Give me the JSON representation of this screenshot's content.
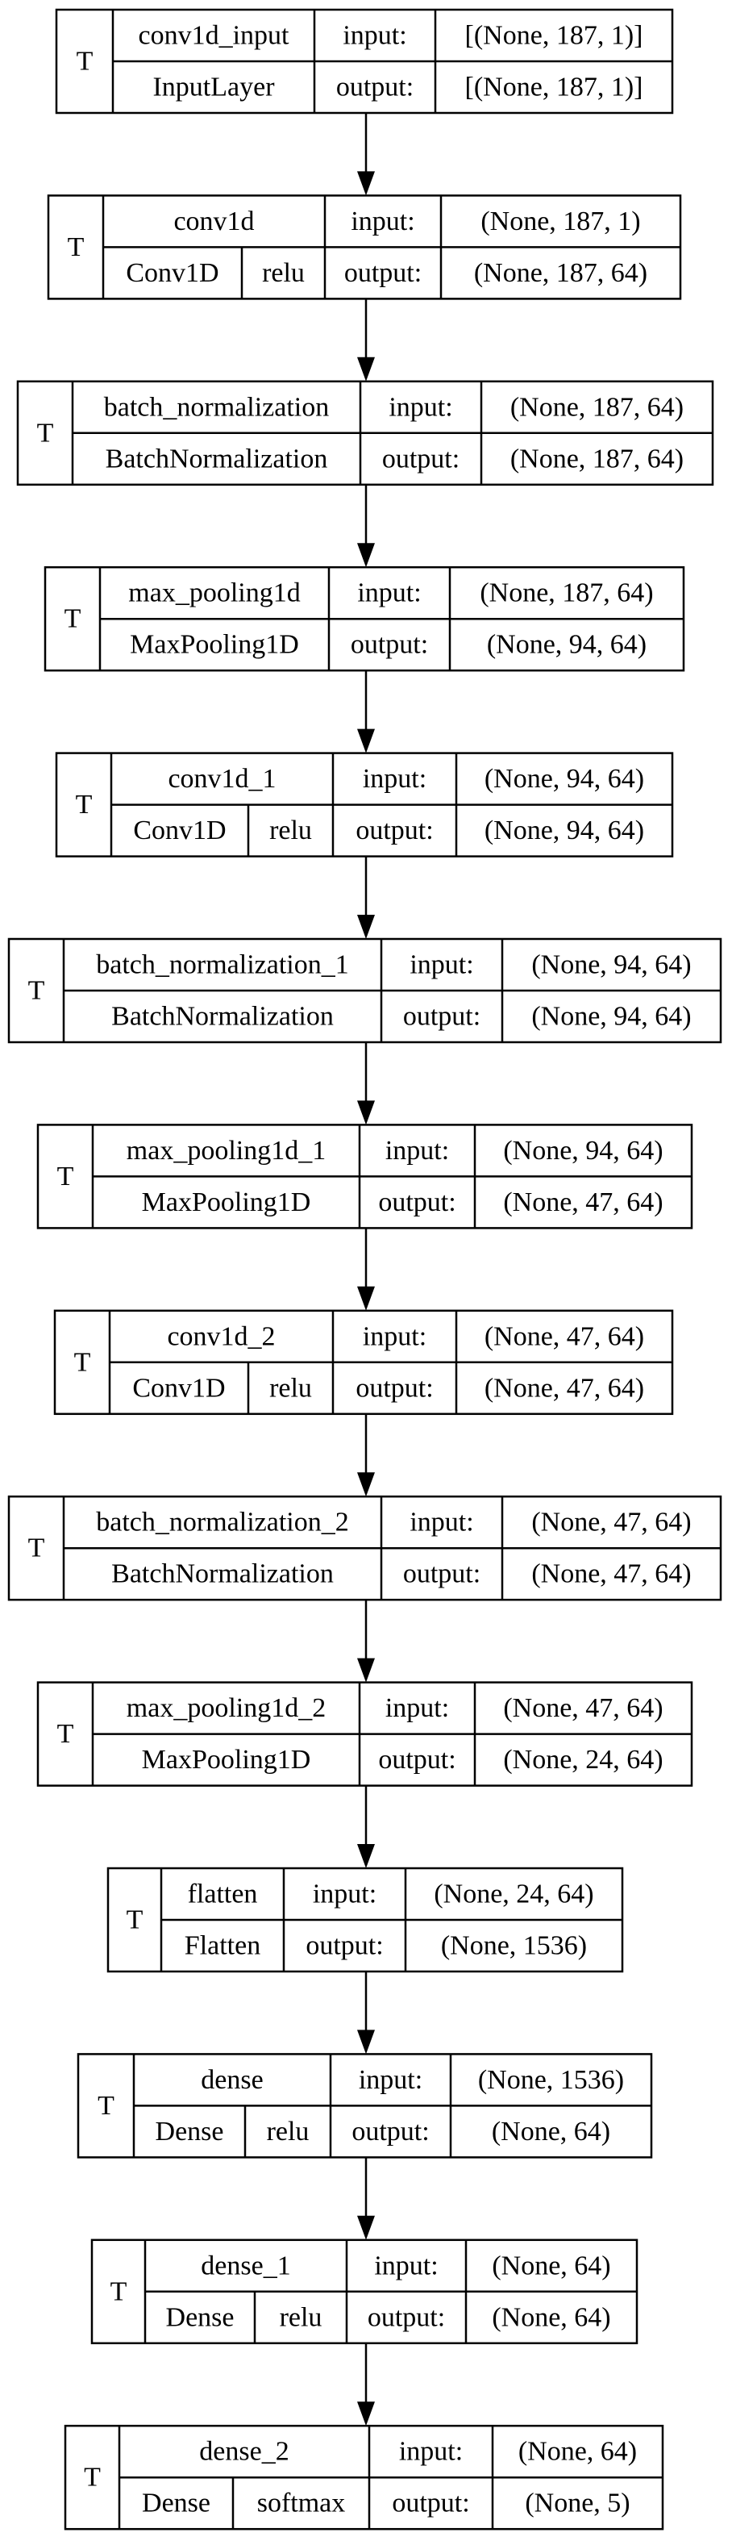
{
  "nodes": [
    {
      "id": "conv1d_input",
      "prefix": "T",
      "name": "conv1d_input",
      "type": "InputLayer",
      "activation": "",
      "input_label": "input:",
      "input_shape": "[(None, 187, 1)]",
      "output_label": "output:",
      "output_shape": "[(None, 187, 1)]"
    },
    {
      "id": "conv1d",
      "prefix": "T",
      "name": "conv1d",
      "type": "Conv1D",
      "activation": "relu",
      "input_label": "input:",
      "input_shape": "(None, 187, 1)",
      "output_label": "output:",
      "output_shape": "(None, 187, 64)"
    },
    {
      "id": "batch_normalization",
      "prefix": "T",
      "name": "batch_normalization",
      "type": "BatchNormalization",
      "activation": "",
      "input_label": "input:",
      "input_shape": "(None, 187, 64)",
      "output_label": "output:",
      "output_shape": "(None, 187, 64)"
    },
    {
      "id": "max_pooling1d",
      "prefix": "T",
      "name": "max_pooling1d",
      "type": "MaxPooling1D",
      "activation": "",
      "input_label": "input:",
      "input_shape": "(None, 187, 64)",
      "output_label": "output:",
      "output_shape": "(None, 94, 64)"
    },
    {
      "id": "conv1d_1",
      "prefix": "T",
      "name": "conv1d_1",
      "type": "Conv1D",
      "activation": "relu",
      "input_label": "input:",
      "input_shape": "(None, 94, 64)",
      "output_label": "output:",
      "output_shape": "(None, 94, 64)"
    },
    {
      "id": "batch_normalization_1",
      "prefix": "T",
      "name": "batch_normalization_1",
      "type": "BatchNormalization",
      "activation": "",
      "input_label": "input:",
      "input_shape": "(None, 94, 64)",
      "output_label": "output:",
      "output_shape": "(None, 94, 64)"
    },
    {
      "id": "max_pooling1d_1",
      "prefix": "T",
      "name": "max_pooling1d_1",
      "type": "MaxPooling1D",
      "activation": "",
      "input_label": "input:",
      "input_shape": "(None, 94, 64)",
      "output_label": "output:",
      "output_shape": "(None, 47, 64)"
    },
    {
      "id": "conv1d_2",
      "prefix": "T",
      "name": "conv1d_2",
      "type": "Conv1D",
      "activation": "relu",
      "input_label": "input:",
      "input_shape": "(None, 47, 64)",
      "output_label": "output:",
      "output_shape": "(None, 47, 64)"
    },
    {
      "id": "batch_normalization_2",
      "prefix": "T",
      "name": "batch_normalization_2",
      "type": "BatchNormalization",
      "activation": "",
      "input_label": "input:",
      "input_shape": "(None, 47, 64)",
      "output_label": "output:",
      "output_shape": "(None, 47, 64)"
    },
    {
      "id": "max_pooling1d_2",
      "prefix": "T",
      "name": "max_pooling1d_2",
      "type": "MaxPooling1D",
      "activation": "",
      "input_label": "input:",
      "input_shape": "(None, 47, 64)",
      "output_label": "output:",
      "output_shape": "(None, 24, 64)"
    },
    {
      "id": "flatten",
      "prefix": "T",
      "name": "flatten",
      "type": "Flatten",
      "activation": "",
      "input_label": "input:",
      "input_shape": "(None, 24, 64)",
      "output_label": "output:",
      "output_shape": "(None, 1536)"
    },
    {
      "id": "dense",
      "prefix": "T",
      "name": "dense",
      "type": "Dense",
      "activation": "relu",
      "input_label": "input:",
      "input_shape": "(None, 1536)",
      "output_label": "output:",
      "output_shape": "(None, 64)"
    },
    {
      "id": "dense_1",
      "prefix": "T",
      "name": "dense_1",
      "type": "Dense",
      "activation": "relu",
      "input_label": "input:",
      "input_shape": "(None, 64)",
      "output_label": "output:",
      "output_shape": "(None, 64)"
    },
    {
      "id": "dense_2",
      "prefix": "T",
      "name": "dense_2",
      "type": "Dense",
      "activation": "softmax",
      "input_label": "input:",
      "input_shape": "(None, 64)",
      "output_label": "output:",
      "output_shape": "(None, 5)"
    }
  ],
  "edges": [
    {
      "from": "conv1d_input",
      "to": "conv1d"
    },
    {
      "from": "conv1d",
      "to": "batch_normalization"
    },
    {
      "from": "batch_normalization",
      "to": "max_pooling1d"
    },
    {
      "from": "max_pooling1d",
      "to": "conv1d_1"
    },
    {
      "from": "conv1d_1",
      "to": "batch_normalization_1"
    },
    {
      "from": "batch_normalization_1",
      "to": "max_pooling1d_1"
    },
    {
      "from": "max_pooling1d_1",
      "to": "conv1d_2"
    },
    {
      "from": "conv1d_2",
      "to": "batch_normalization_2"
    },
    {
      "from": "batch_normalization_2",
      "to": "max_pooling1d_2"
    },
    {
      "from": "max_pooling1d_2",
      "to": "flatten"
    },
    {
      "from": "flatten",
      "to": "dense"
    },
    {
      "from": "dense",
      "to": "dense_1"
    },
    {
      "from": "dense_1",
      "to": "dense_2"
    }
  ]
}
